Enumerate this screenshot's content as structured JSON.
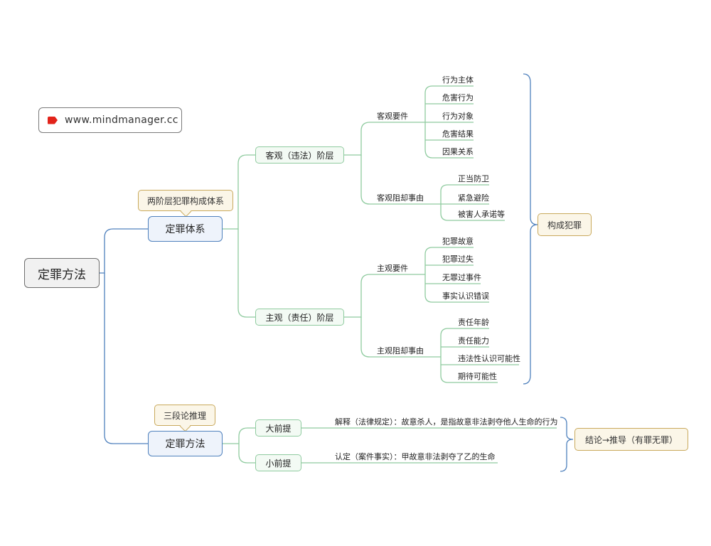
{
  "logo": {
    "url": "www.mindmanager.cc",
    "icon": "mindmanager-logo-icon"
  },
  "root": "定罪方法",
  "main": {
    "system": {
      "label": "定罪体系",
      "callout": "两阶层犯罪构成体系"
    },
    "method": {
      "label": "定罪方法",
      "callout": "三段论推理"
    }
  },
  "branches": {
    "objective": {
      "label": "客观（违法）阶层",
      "elements": {
        "label": "客观要件",
        "items": [
          "行为主体",
          "危害行为",
          "行为对象",
          "危害结果",
          "因果关系"
        ]
      },
      "excuses": {
        "label": "客观阻却事由",
        "items": [
          "正当防卫",
          "紧急避险",
          "被害人承诺等"
        ]
      }
    },
    "subjective": {
      "label": "主观（责任）阶层",
      "elements": {
        "label": "主观要件",
        "items": [
          "犯罪故意",
          "犯罪过失",
          "无罪过事件",
          "事实认识错误"
        ]
      },
      "excuses": {
        "label": "主观阻却事由",
        "items": [
          "责任年龄",
          "责任能力",
          "违法性认识可能性",
          "期待可能性"
        ]
      }
    },
    "major": {
      "label": "大前提",
      "detail": "解释（法律规定）：故意杀人，是指故意非法剥夺他人生命的行为"
    },
    "minor": {
      "label": "小前提",
      "detail": "认定（案件事实）：甲故意非法剥夺了乙的生命"
    }
  },
  "summaries": {
    "crime": "构成犯罪",
    "conclusion": "结论→推导（有罪无罪）"
  },
  "colors": {
    "main_border": "#4f81bd",
    "sub_border": "#8fcb9f",
    "callout_border": "#c9a95c",
    "bracket": "#4f81bd",
    "logo_red": "#e2231a"
  }
}
